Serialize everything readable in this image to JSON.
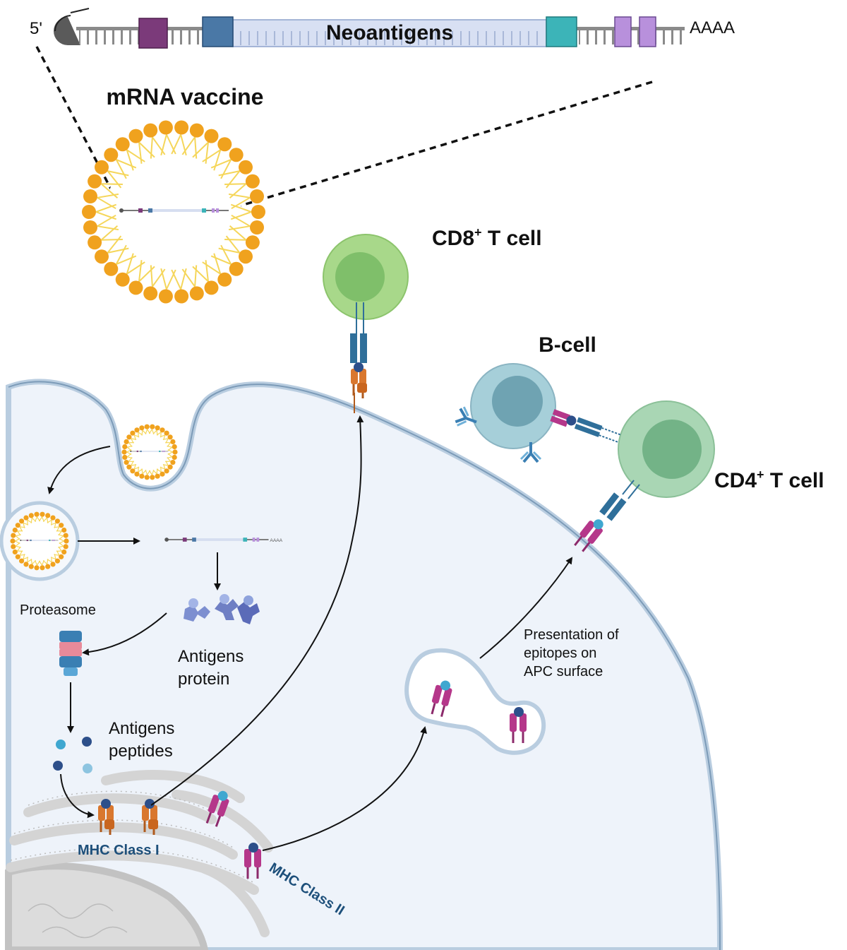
{
  "mrna_construct": {
    "five_prime": "5'",
    "neoantigens": "Neoantigens",
    "poly_a": "AAAA",
    "mini_poly_a": "AAAA"
  },
  "labels": {
    "mrna_vaccine": "mRNA vaccine",
    "cd8_main": "CD8",
    "cd8_sup": "+",
    "cd8_rest": " T cell",
    "b_cell": "B-cell",
    "cd4_main": "CD4",
    "cd4_sup": "+",
    "cd4_rest": " T cell",
    "proteasome": "Proteasome",
    "antigens_protein_1": "Antigens",
    "antigens_protein_2": "protein",
    "antigens_peptides_1": "Antigens",
    "antigens_peptides_2": "peptides",
    "mhc1": "MHC Class I",
    "mhc2": "MHC Class II",
    "presentation_1": "Presentation of",
    "presentation_2": "epitopes on",
    "presentation_3": "APC surface"
  },
  "colors": {
    "lipid_head": "#f0a21e",
    "lipid_tail": "#f5d65a",
    "cell_fill": "#eef3fa",
    "membrane": "#b9cde0",
    "cd8_cell": "#a8d88a",
    "cd4_cell": "#a9d6b4",
    "b_cell": "#a6cfd9",
    "mhc1": "#d9772e",
    "mhc2": "#b5378a",
    "tcr": "#2f6f9a",
    "peptide_dark": "#2d4f8a",
    "peptide_light": "#5aa6d6",
    "er": "#d6d6d6"
  },
  "icons": [
    "mrna-strand",
    "lipid-nanoparticle",
    "endosome",
    "proteasome-icon",
    "antigen-protein-icon",
    "peptide-dot",
    "mhc-class-i-icon",
    "mhc-class-ii-icon",
    "t-cell-receptor-icon",
    "antibody-icon",
    "endoplasmic-reticulum",
    "nucleus"
  ]
}
